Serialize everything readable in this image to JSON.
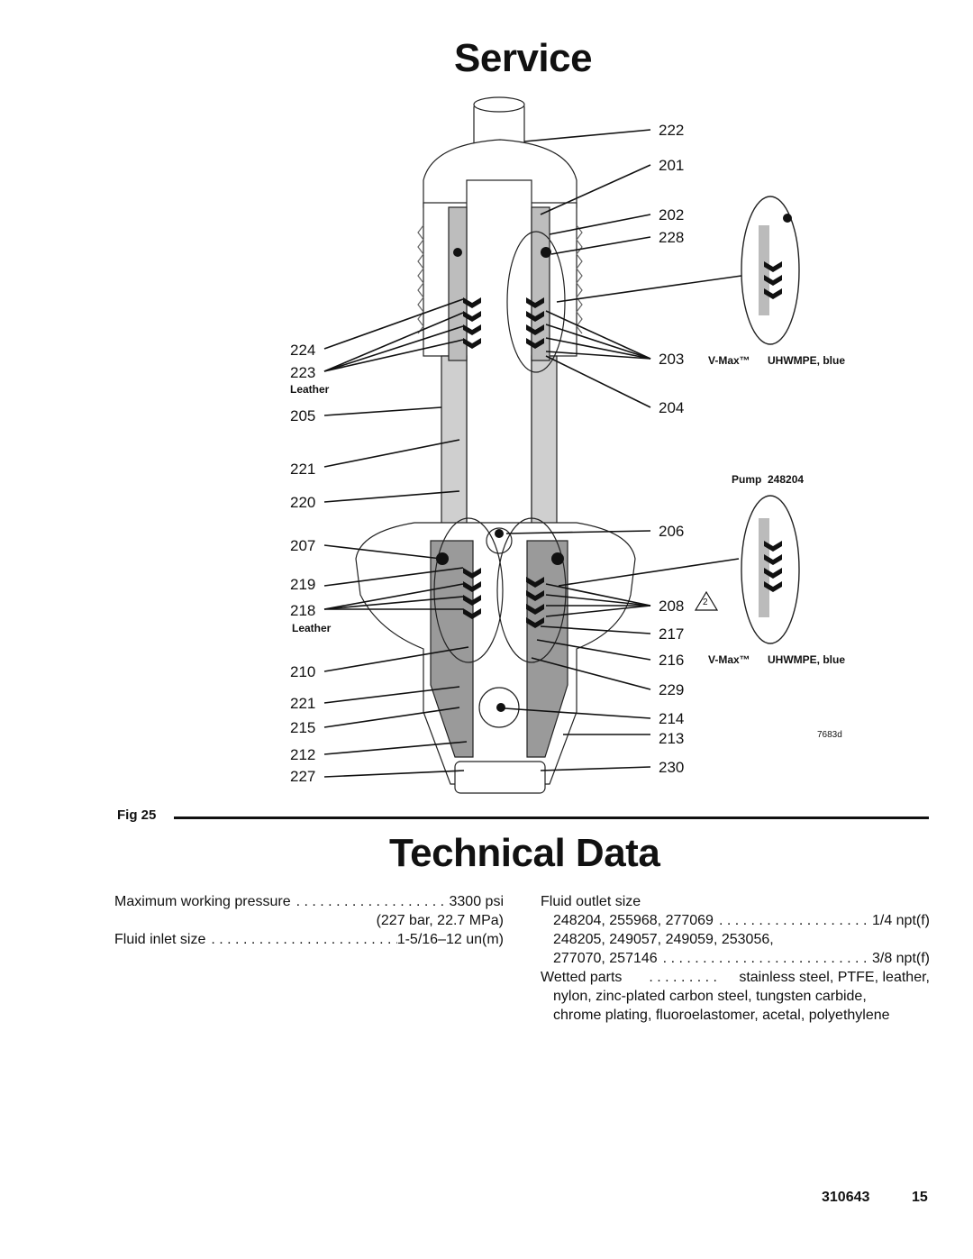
{
  "header": {
    "title": "Service"
  },
  "figure": {
    "callouts_left": [
      "224",
      "223",
      "205",
      "221",
      "220",
      "207",
      "219",
      "218",
      "210",
      "221",
      "215",
      "212",
      "227"
    ],
    "callouts_right": [
      "222",
      "201",
      "202",
      "228",
      "203",
      "204",
      "206",
      "208",
      "217",
      "216",
      "229",
      "214",
      "213",
      "230"
    ],
    "leather_label": "Leather",
    "note_symbol": "2",
    "detail_top": {
      "material_a": "V-Max™",
      "material_b": "UHWMPE, blue"
    },
    "pump_label": "Pump  248204",
    "detail_bottom": {
      "material_a": "V-Max™",
      "material_b": "UHWMPE, blue"
    },
    "drawing_id": "7683d",
    "caption": "Fig 25"
  },
  "section": {
    "title": "Technical Data"
  },
  "specs_left": {
    "max_pressure_label": "Maximum working pressure",
    "max_pressure_value": "3300 psi",
    "max_pressure_metric": "(227 bar, 22.7 MPa)",
    "inlet_label": "Fluid inlet size",
    "inlet_value": "1-5/16–12 un(m)"
  },
  "specs_right": {
    "outlet_label": "Fluid outlet size",
    "outlet_models_1": "248204, 255968, 277069",
    "outlet_value_1": "1/4 npt(f)",
    "outlet_models_2a": "248205, 249057, 249059, 253056,",
    "outlet_models_2b": "277070, 257146",
    "outlet_value_2": "3/8 npt(f)",
    "wetted_label": "Wetted parts",
    "wetted_value_1": "stainless steel, PTFE, leather,",
    "wetted_value_2": "nylon, zinc-plated carbon steel, tungsten carbide,",
    "wetted_value_3": "chrome plating, fluoroelastomer, acetal, polyethylene"
  },
  "footer": {
    "doc_number": "310643",
    "page_number": "15"
  }
}
